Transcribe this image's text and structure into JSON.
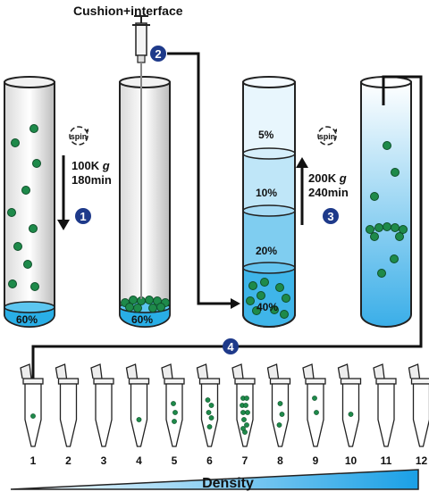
{
  "header": {
    "title": "Cushion+interface"
  },
  "spin_label": "spin",
  "centrifuge": [
    {
      "speed": "100K",
      "g": "g",
      "time": "180min"
    },
    {
      "speed": "200K",
      "g": "g",
      "time": "240min"
    }
  ],
  "steps": [
    "1",
    "2",
    "3",
    "4"
  ],
  "cushion_label": "60%",
  "gradient_layers": [
    "5%",
    "10%",
    "20%",
    "40%"
  ],
  "fractions": [
    "1",
    "2",
    "3",
    "4",
    "5",
    "6",
    "7",
    "8",
    "9",
    "10",
    "11",
    "12"
  ],
  "density_label": "Density",
  "colors": {
    "particle": "#1e8a4a",
    "step_badge": "#1e3a8a",
    "fluid": "#29aee6"
  }
}
